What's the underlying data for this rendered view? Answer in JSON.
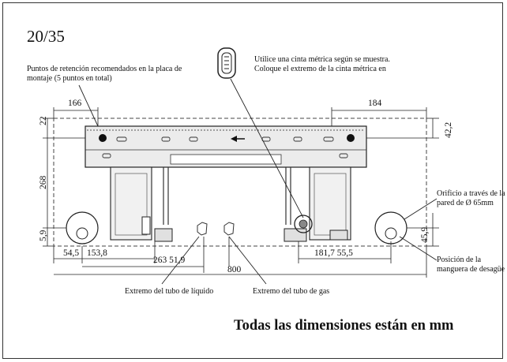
{
  "page_number": "20/35",
  "notes": {
    "retention_points_line1": "Puntos de retención recomendados en la placa de",
    "retention_points_line2": "montaje (5 puntos en total)",
    "tape_line1": "Utilice una cinta métrica según se muestra.",
    "tape_line2": "Coloque el extremo de la cinta métrica en",
    "wall_hole_line1": "Orificio a través de la",
    "wall_hole_line2": "pared de Ø 65mm",
    "drain_line1": "Posición de la",
    "drain_line2": "manguera de desagüe",
    "liquid_pipe": "Extremo del tubo de líquido",
    "gas_pipe": "Extremo del tubo de gas"
  },
  "dimensions": {
    "d166": "166",
    "d184": "184",
    "d22": "22",
    "d42_2": "42,2",
    "d268": "268",
    "d5_9": "5,9",
    "d45_9": "45,9",
    "d54_5": "54,5",
    "d153_8": "153,8",
    "d263_51_9": "263 51,9",
    "d800": "800",
    "d181_7_55_5": "181,7 55,5"
  },
  "caption": "Todas las dimensiones están en mm",
  "colors": {
    "line": "#222222",
    "plate": "#e9e9e9",
    "dark": "#111111"
  }
}
